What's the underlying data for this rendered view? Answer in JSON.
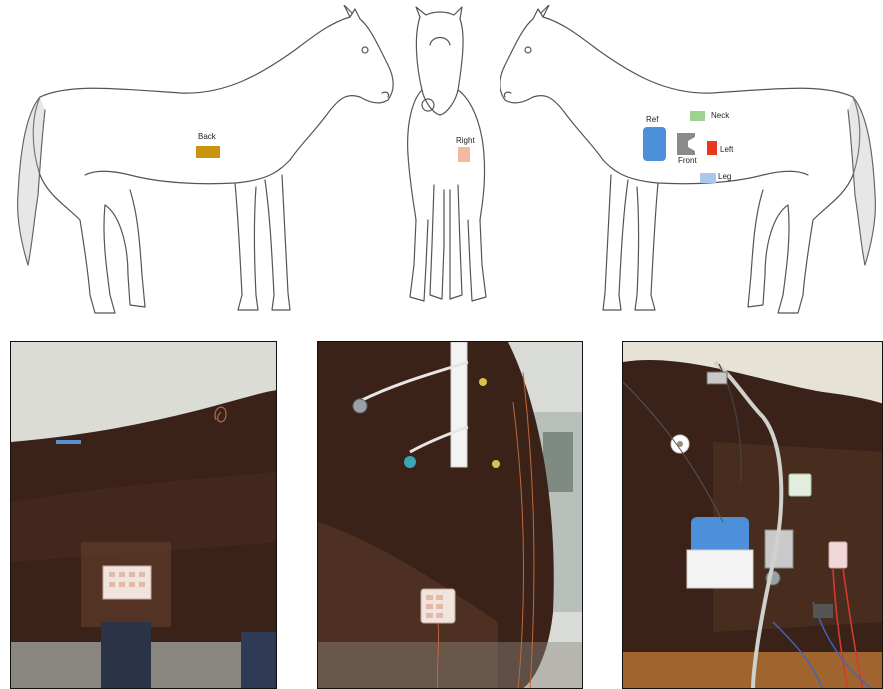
{
  "diagram": {
    "left_view": {
      "labels": {
        "back": "Back"
      }
    },
    "front_view": {
      "labels": {
        "right": "Right"
      }
    },
    "right_view": {
      "labels": {
        "ref": "Ref",
        "neck": "Neck",
        "front": "Front",
        "left": "Left",
        "leg": "Leg"
      }
    }
  },
  "colors": {
    "back": "#c9930a",
    "right": "#f4b7a0",
    "ref": "#4d8fd8",
    "neck": "#9fd191",
    "front": "#8a8a8a",
    "left": "#e8371f",
    "leg": "#a9c8ec",
    "coat": "#3b2218",
    "outline": "#555555"
  },
  "icons": [
    "horse-side-left",
    "horse-front",
    "horse-side-right"
  ],
  "photos": [
    "photo-back-electrode",
    "photo-front-electrode",
    "photo-left-side-electrodes"
  ]
}
